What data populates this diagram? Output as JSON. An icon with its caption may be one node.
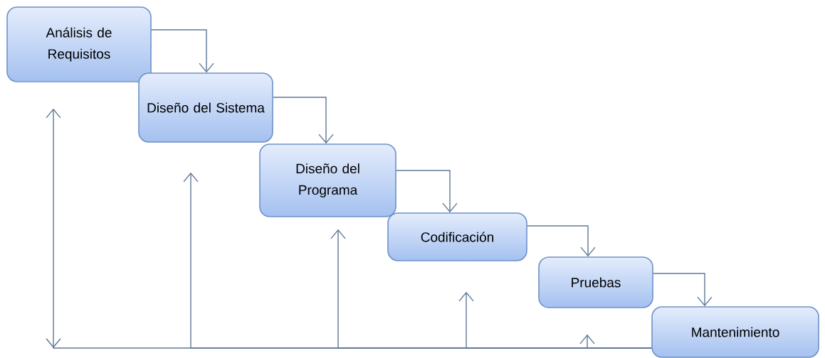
{
  "diagram": {
    "nodes": [
      {
        "text": [
          "Análisis de Requisitos"
        ]
      },
      {
        "text": [
          "Diseño del Sistema"
        ]
      },
      {
        "text": [
          "Diseño del Programa"
        ]
      },
      {
        "text": [
          "Codificación"
        ]
      },
      {
        "text": [
          "Pruebas"
        ]
      },
      {
        "text": [
          "Mantenimiento"
        ]
      }
    ],
    "edges": [
      {
        "from": 0,
        "to": 1,
        "arrow": "to"
      },
      {
        "from": 1,
        "to": 2,
        "arrow": "to"
      },
      {
        "from": 2,
        "to": 3,
        "arrow": "to"
      },
      {
        "from": 3,
        "to": 4,
        "arrow": "to"
      },
      {
        "from": 4,
        "to": 5,
        "arrow": "to"
      },
      {
        "from": 5,
        "to": 0,
        "arrow": "to"
      },
      {
        "from": 5,
        "to": 1,
        "arrow": "to"
      },
      {
        "from": 5,
        "to": 2,
        "arrow": "to"
      },
      {
        "from": 5,
        "to": 3,
        "arrow": "to"
      },
      {
        "from": 5,
        "to": 4,
        "arrow": "to"
      }
    ]
  }
}
